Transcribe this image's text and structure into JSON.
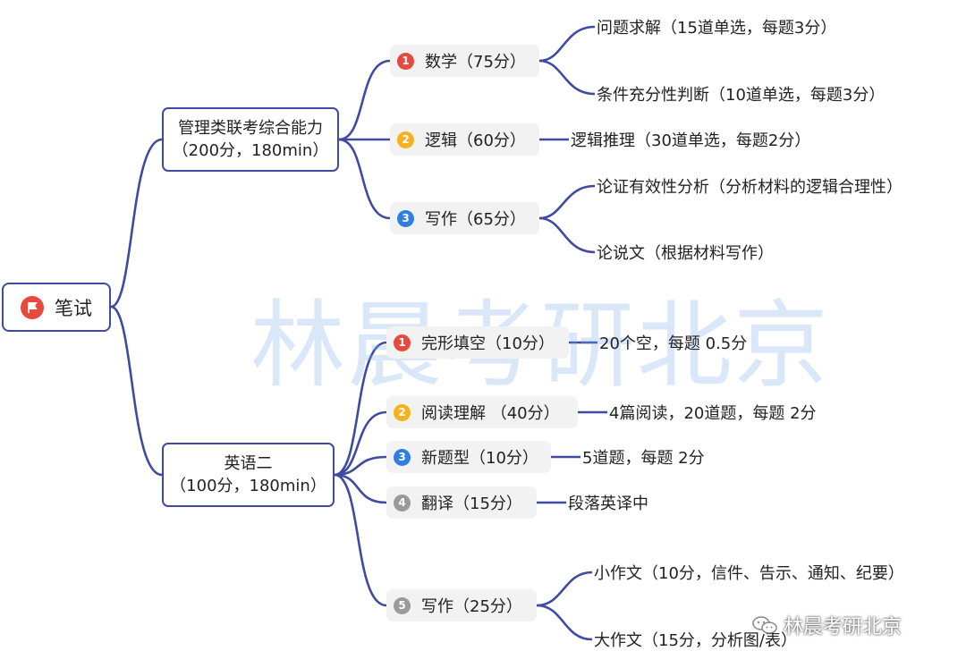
{
  "root": {
    "label": "笔试"
  },
  "branches": [
    {
      "title": "管理类联考综合能力",
      "subtitle": "（200分，180min）",
      "children": [
        {
          "num": "1",
          "label": "数学（75分）",
          "color": "#e8493c",
          "leaves": [
            "问题求解（15道单选，每题3分）",
            "条件充分性判断（10道单选，每题3分）"
          ]
        },
        {
          "num": "2",
          "label": "逻辑（60分）",
          "color": "#f5b21e",
          "leaves": [
            "逻辑推理（30道单选，每题2分）"
          ]
        },
        {
          "num": "3",
          "label": "写作（65分）",
          "color": "#2f7fe0",
          "leaves": [
            "论证有效性分析（分析材料的逻辑合理性）",
            "论说文（根据材料写作）"
          ]
        }
      ]
    },
    {
      "title": "英语二",
      "subtitle": "（100分，180min）",
      "children": [
        {
          "num": "1",
          "label": "完形填空（10分）",
          "color": "#e8493c",
          "leaves": [
            "20个空，每题 0.5分"
          ]
        },
        {
          "num": "2",
          "label": "阅读理解 （40分）",
          "color": "#f5b21e",
          "leaves": [
            "4篇阅读，20道题，每题 2分"
          ]
        },
        {
          "num": "3",
          "label": "新题型（10分）",
          "color": "#2f7fe0",
          "leaves": [
            "5道题，每题 2分"
          ]
        },
        {
          "num": "4",
          "label": "翻译（15分）",
          "color": "#9a9a9a",
          "leaves": [
            "段落英译中"
          ]
        },
        {
          "num": "5",
          "label": "写作（25分）",
          "color": "#9a9a9a",
          "leaves": [
            "小作文（10分，信件、告示、通知、纪要）",
            "大作文（15分，分析图/表）"
          ]
        }
      ]
    }
  ],
  "watermark": "林晨考研北京",
  "brand": "林晨考研北京",
  "line_color": "#3f4aa0"
}
